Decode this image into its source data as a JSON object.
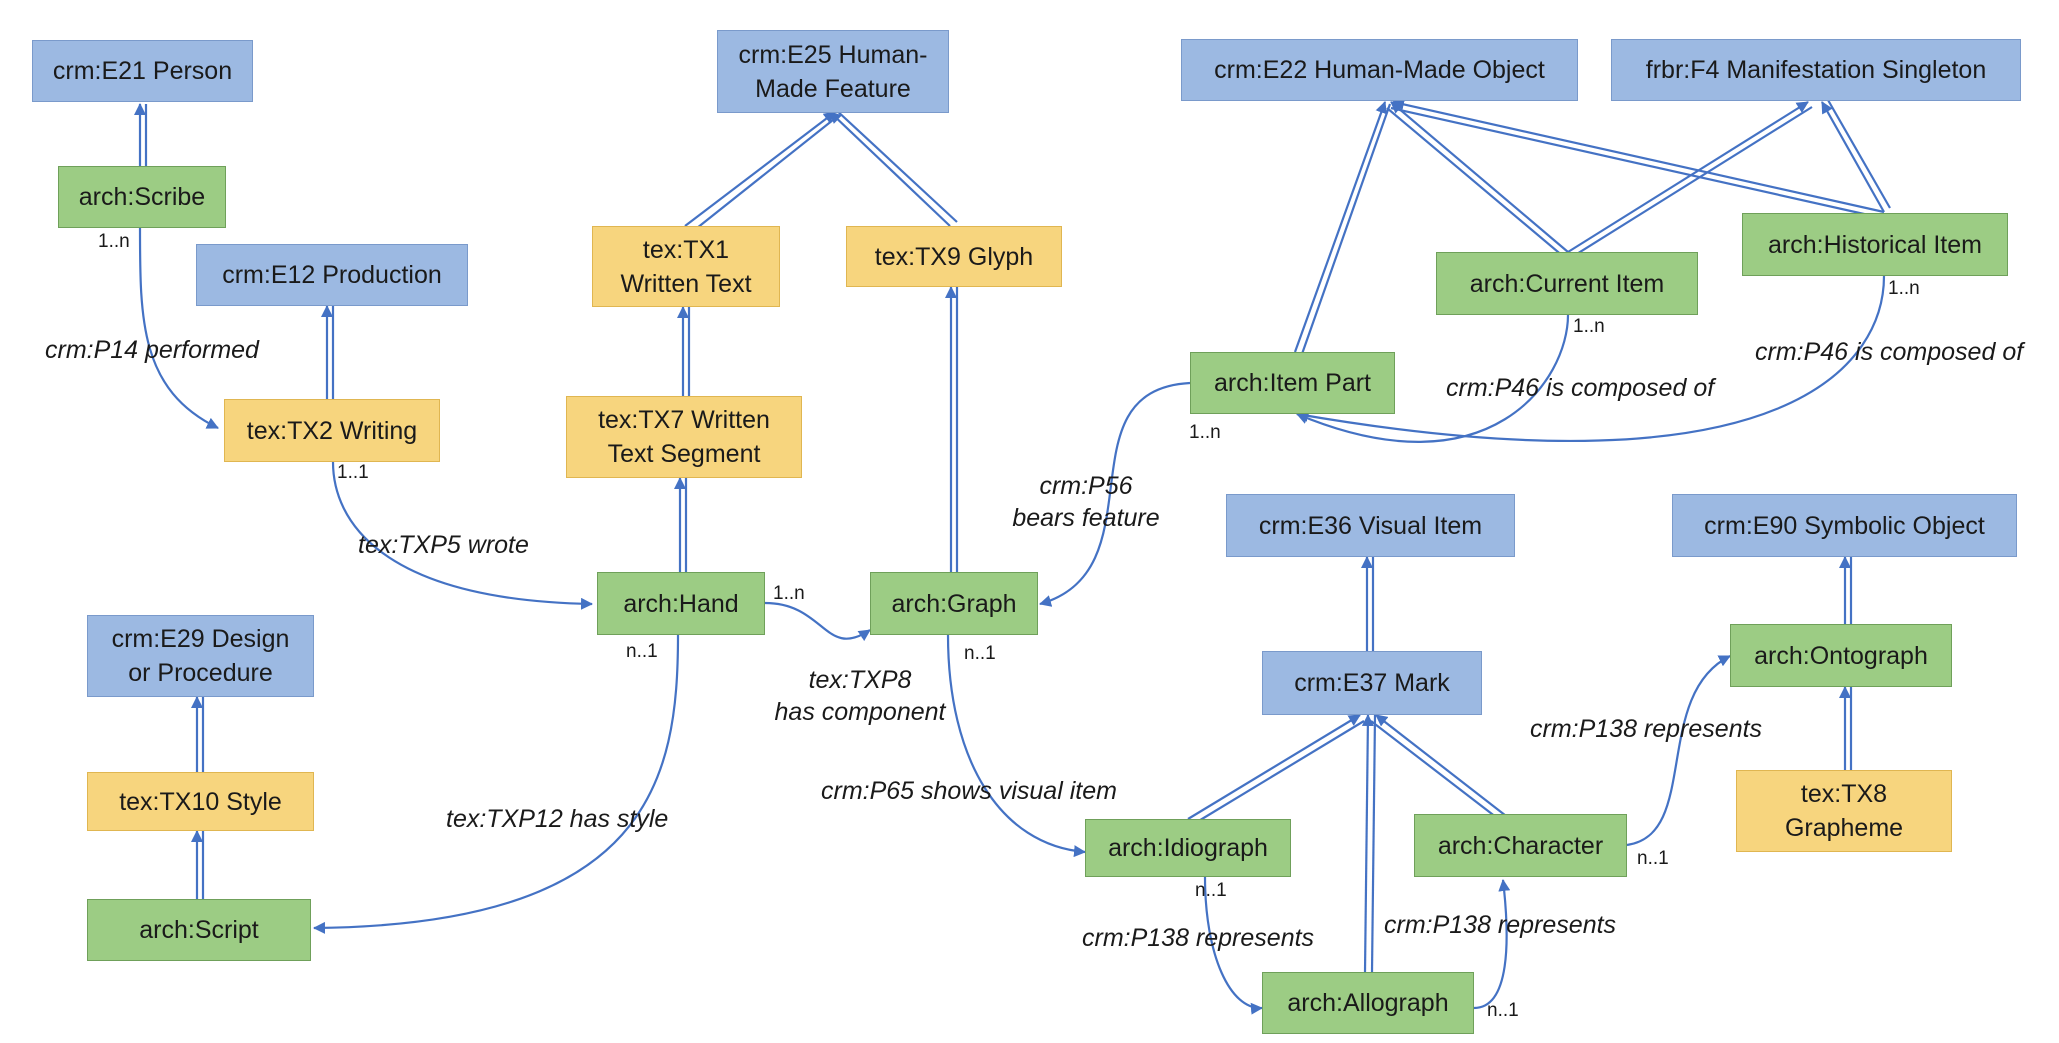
{
  "colors": {
    "crm_fill": "#9cb9e2",
    "arch_fill": "#9ccc84",
    "tex_fill": "#f7d57e",
    "arrow": "#4472c4"
  },
  "nodes": {
    "e21": "crm:E21 Person",
    "scribe": "arch:Scribe",
    "e12": "crm:E12 Production",
    "tx2": "tex:TX2 Writing",
    "e25": "crm:E25 Human-\nMade Feature",
    "tx1": "tex:TX1\nWritten Text",
    "tx9": "tex:TX9 Glyph",
    "tx7": "tex:TX7 Written\nText Segment",
    "hand": "arch:Hand",
    "graph": "arch:Graph",
    "e29": "crm:E29 Design\nor Procedure",
    "tx10": "tex:TX10 Style",
    "script": "arch:Script",
    "e22": "crm:E22 Human-Made Object",
    "f4": "frbr:F4 Manifestation Singleton",
    "current_item": "arch:Current Item",
    "historical_item": "arch:Historical Item",
    "item_part": "arch:Item Part",
    "e36": "crm:E36 Visual Item",
    "e90": "crm:E90 Symbolic Object",
    "e37": "crm:E37 Mark",
    "ontograph": "arch:Ontograph",
    "idiograph": "arch:Idiograph",
    "character": "arch:Character",
    "tx8": "tex:TX8\nGrapheme",
    "allograph": "arch:Allograph"
  },
  "labels": {
    "p14": "crm:P14 performed",
    "txp5": "tex:TXP5 wrote",
    "txp8": "tex:TXP8\nhas component",
    "txp12": "tex:TXP12 has style",
    "p56": "crm:P56\nbears feature",
    "p46_current": "crm:P46 is composed of",
    "p46_historical": "crm:P46 is composed of",
    "p65": "crm:P65 shows visual item",
    "p138_character": "crm:P138 represents",
    "p138_idiograph": "crm:P138 represents",
    "p138_allograph": "crm:P138 represents"
  },
  "cardinalities": {
    "scribe": "1..n",
    "tx2": "1..1",
    "hand_right": "1..n",
    "hand_bottom": "n..1",
    "graph_bottom": "n..1",
    "current_item": "1..n",
    "historical_item": "1..n",
    "item_part": "1..n",
    "idiograph": "n..1",
    "character": "n..1",
    "allograph": "n..1"
  }
}
